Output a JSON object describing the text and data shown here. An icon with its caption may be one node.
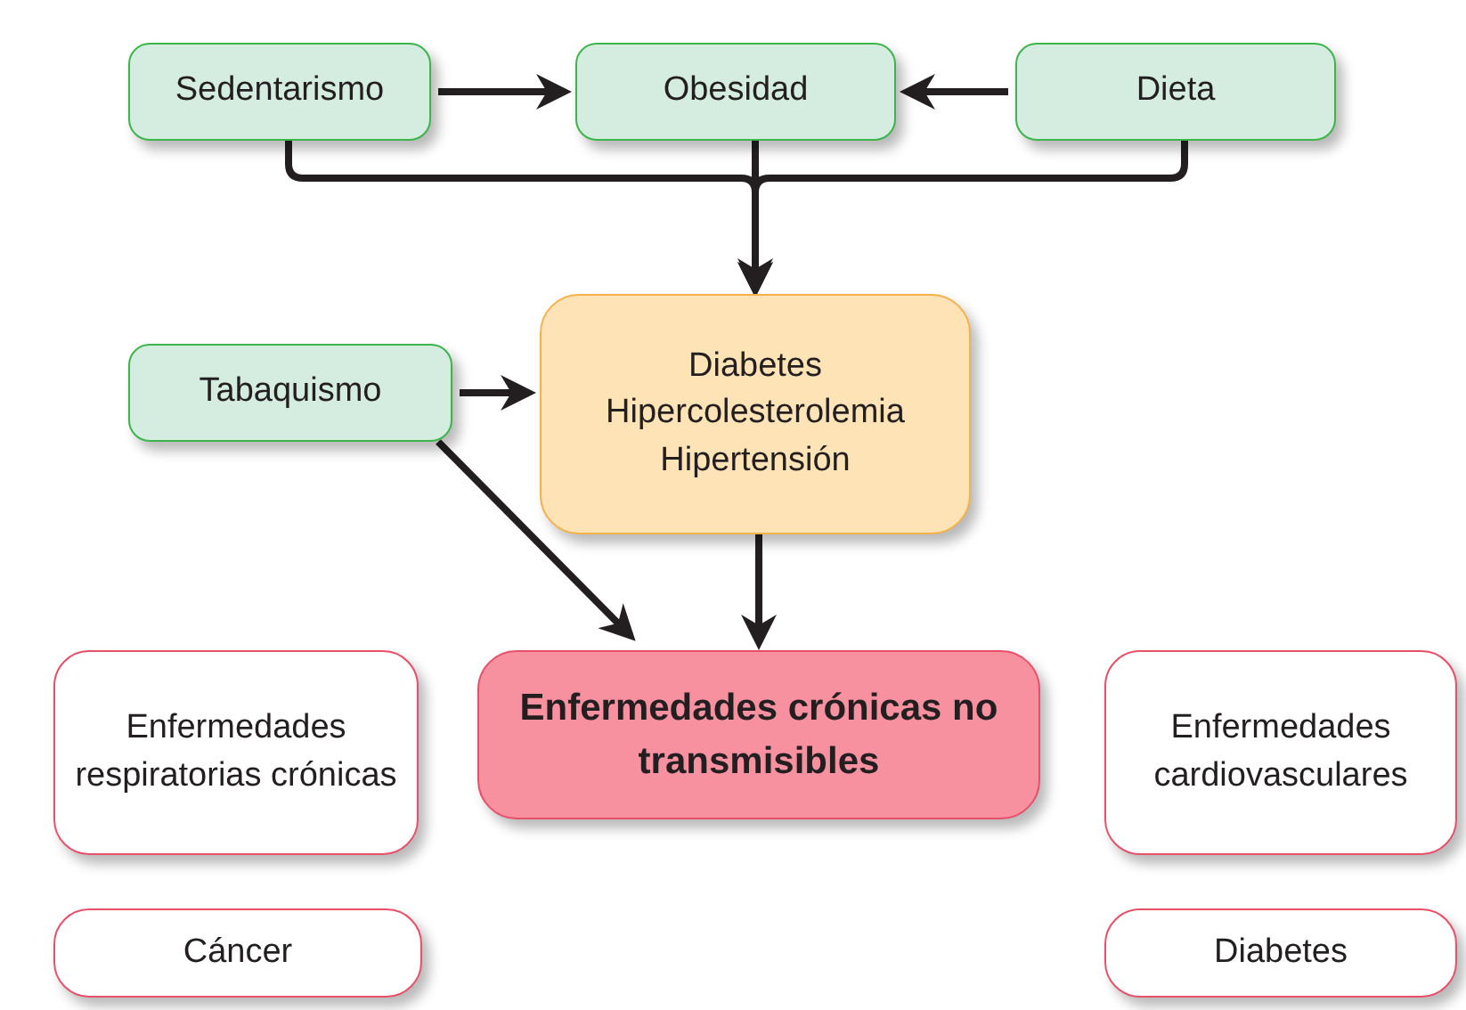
{
  "diagram": {
    "nodes": [
      {
        "text": [
          "Sedentarismo"
        ]
      },
      {
        "text": [
          "Obesidad"
        ]
      },
      {
        "text": [
          "Dieta"
        ]
      },
      {
        "text": [
          "Diabetes",
          "Hipercolesterolemia",
          "Hipertensión"
        ]
      },
      {
        "text": [
          "Tabaquismo"
        ]
      },
      {
        "text": [
          "Enfermedades crónicas no transmisibles"
        ]
      },
      {
        "text": [
          "Enfermedades respiratorias crónicas"
        ]
      },
      {
        "text": [
          "Enfermedades cardiovasculares"
        ]
      },
      {
        "text": [
          "Cáncer"
        ]
      },
      {
        "text": [
          "Diabetes"
        ]
      }
    ],
    "edges": [
      {
        "from": 0,
        "to": 1,
        "arrow": "to"
      },
      {
        "from": 2,
        "to": 1,
        "arrow": "to"
      },
      {
        "from": 0,
        "to": 3,
        "arrow": "to"
      },
      {
        "from": 1,
        "to": 3,
        "arrow": "to"
      },
      {
        "from": 2,
        "to": 3,
        "arrow": "to"
      },
      {
        "from": 4,
        "to": 3,
        "arrow": "to"
      },
      {
        "from": 4,
        "to": 5,
        "arrow": "to"
      },
      {
        "from": 3,
        "to": 5,
        "arrow": "to"
      }
    ]
  }
}
